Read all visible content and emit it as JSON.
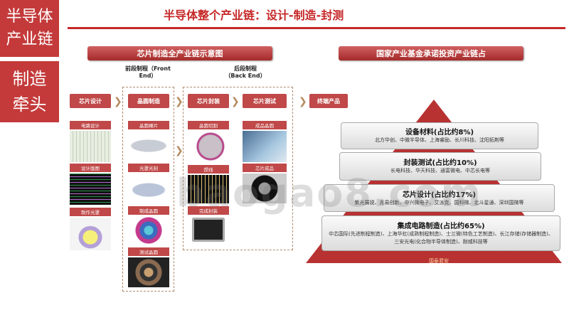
{
  "side": {
    "top": "半导体\n产业链",
    "bottom": "制造\n牵头"
  },
  "title": "半导体整个产业链：设计-制造-封测",
  "left_header": "芯片制造全产业链示意图",
  "right_header": "国家产业基金承诺投资产业链占",
  "stages": {
    "front": "前段制程（Front\nEnd）",
    "back": "后段制程\n（Back End）"
  },
  "design": {
    "title": "芯片设计",
    "items": [
      "电路设计",
      "设计版图",
      "制作光罩"
    ]
  },
  "wafer": {
    "title": "晶圆制造",
    "items": [
      "晶圆裸片",
      "光罩光刻",
      "制成晶圆",
      "测试晶圆"
    ]
  },
  "package": {
    "title": "芯片封装",
    "items": [
      "晶圆切割",
      "焊线",
      "完成封装"
    ]
  },
  "test": {
    "title": "芯片测试",
    "items": [
      "成品晶圆",
      "芯片成品"
    ]
  },
  "terminal": {
    "title": "终端产品"
  },
  "pyramid": [
    {
      "title": "设备材料(占比约8%)",
      "text": "北方华创、中微半导体、上海睿励、长川科技、沈阳拓荆等"
    },
    {
      "title": "封装测试(占比约10%)",
      "text": "长电科技、华天科技、通富微电、中芯长电等"
    },
    {
      "title": "芯片设计(占比约17%)",
      "text": "紫光展锐、兆易创新、中兴微电子、艾派克、国科微、北斗星通、深圳国微等"
    },
    {
      "title": "集成电路制造(占比约65%)",
      "text": "中芯国际(先进制程制造)、上海华虹(成熟制程制造)、士兰微(特色工艺制造)、长江存储(存储器制造)、三安光电(化合物半导体制造)、耐威科技等"
    }
  ],
  "watermark": "baogao8.com",
  "source": "国泰君安",
  "colors": {
    "accent": "#c62828",
    "pyramid": "#b83232"
  }
}
